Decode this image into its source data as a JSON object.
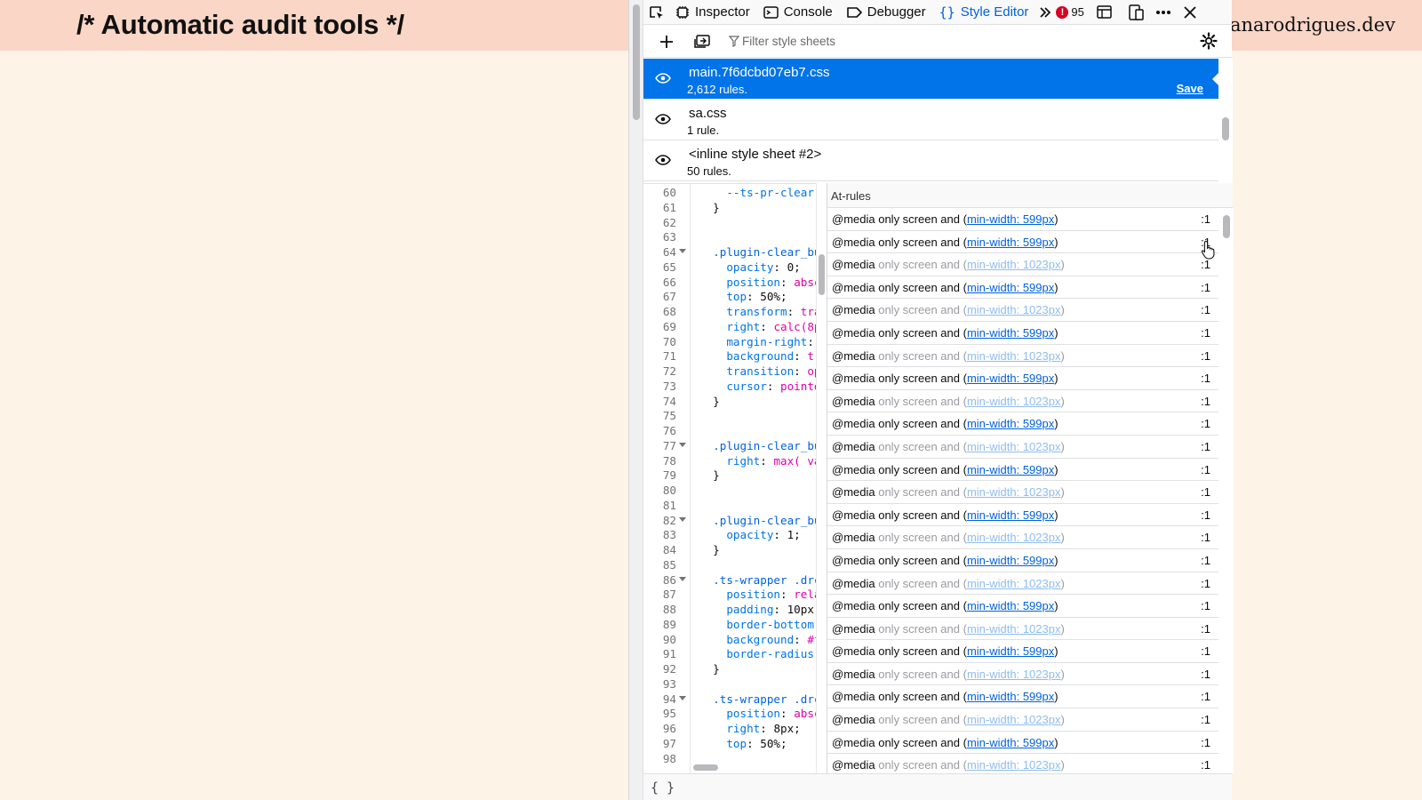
{
  "slide": {
    "title": "/* Automatic audit tools */",
    "brand": "anarodrigues.dev"
  },
  "toolbar": {
    "tools": [
      {
        "label": "Inspector",
        "icon": "inspector-icon"
      },
      {
        "label": "Console",
        "icon": "console-icon"
      },
      {
        "label": "Debugger",
        "icon": "debugger-icon"
      },
      {
        "label": "Style Editor",
        "icon": "braces-icon",
        "active": true
      }
    ],
    "error_count": "95"
  },
  "subbar": {
    "filter_placeholder": "Filter style sheets"
  },
  "sheets": [
    {
      "name": "main.7f6dcbd07eb7.css",
      "count": "2,612 rules.",
      "selected": true,
      "save_label": "Save"
    },
    {
      "name": "sa.css",
      "count": "1 rule."
    },
    {
      "name": "<inline style sheet #2>",
      "count": "50 rules."
    }
  ],
  "editor": {
    "lines": [
      {
        "n": "60",
        "t": "    --ts-pr-clear-",
        "c": "prop"
      },
      {
        "n": "61",
        "t": "  }"
      },
      {
        "n": "62",
        "t": ""
      },
      {
        "n": "63",
        "t": ""
      },
      {
        "n": "64",
        "t": "  .plugin-clear_bu",
        "c": "sel",
        "fold": true
      },
      {
        "n": "65",
        "p": "opacity",
        "v": "0;"
      },
      {
        "n": "66",
        "p": "position",
        "v": "absc",
        "vk": true
      },
      {
        "n": "67",
        "p": "top",
        "v": "50%;"
      },
      {
        "n": "68",
        "p": "transform",
        "v": "tra",
        "vk": true
      },
      {
        "n": "69",
        "p": "right",
        "v": "calc(8p",
        "vk": true
      },
      {
        "n": "70",
        "p": "margin-right",
        "v": ""
      },
      {
        "n": "71",
        "p": "background",
        "v": "tr",
        "vk": true
      },
      {
        "n": "72",
        "p": "transition",
        "v": "op",
        "vk": true
      },
      {
        "n": "73",
        "p": "cursor",
        "v": "pointe",
        "vk": true
      },
      {
        "n": "74",
        "t": "  }"
      },
      {
        "n": "75",
        "t": ""
      },
      {
        "n": "76",
        "t": ""
      },
      {
        "n": "77",
        "t": "  .plugin-clear_bu",
        "c": "sel",
        "fold": true
      },
      {
        "n": "78",
        "p": "right",
        "v": "max( va",
        "vk": true
      },
      {
        "n": "79",
        "t": "  }"
      },
      {
        "n": "80",
        "t": ""
      },
      {
        "n": "81",
        "t": ""
      },
      {
        "n": "82",
        "t": "  .plugin-clear_bu",
        "c": "sel",
        "fold": true
      },
      {
        "n": "83",
        "p": "opacity",
        "v": "1;"
      },
      {
        "n": "84",
        "t": "  }"
      },
      {
        "n": "85",
        "t": ""
      },
      {
        "n": "86",
        "t": "  .ts-wrapper .drc",
        "c": "sel",
        "fold": true
      },
      {
        "n": "87",
        "p": "position",
        "v": "rela",
        "vk": true
      },
      {
        "n": "88",
        "p": "padding",
        "v": "10px"
      },
      {
        "n": "89",
        "p": "border-bottom",
        "v": ""
      },
      {
        "n": "90",
        "p": "background",
        "v": "#f",
        "vk": true
      },
      {
        "n": "91",
        "p": "border-radius",
        "v": ""
      },
      {
        "n": "92",
        "t": "  }"
      },
      {
        "n": "93",
        "t": ""
      },
      {
        "n": "94",
        "t": "  .ts-wrapper .drc",
        "c": "sel",
        "fold": true
      },
      {
        "n": "95",
        "p": "position",
        "v": "absc",
        "vk": true
      },
      {
        "n": "96",
        "p": "right",
        "v": "8px;"
      },
      {
        "n": "97",
        "p": "top",
        "v": "50%;"
      },
      {
        "n": "98",
        "t": ""
      }
    ]
  },
  "atrules": {
    "header": "At-rules",
    "keyword": "@media",
    "rest": " only screen and ",
    "rows": [
      {
        "cond": "min-width: 599px",
        "dim": false,
        "line": ":1"
      },
      {
        "cond": "min-width: 599px",
        "dim": false,
        "line": ":1"
      },
      {
        "cond": "min-width: 1023px",
        "dim": true,
        "line": ":1"
      },
      {
        "cond": "min-width: 599px",
        "dim": false,
        "line": ":1"
      },
      {
        "cond": "min-width: 1023px",
        "dim": true,
        "line": ":1"
      },
      {
        "cond": "min-width: 599px",
        "dim": false,
        "line": ":1"
      },
      {
        "cond": "min-width: 1023px",
        "dim": true,
        "line": ":1"
      },
      {
        "cond": "min-width: 599px",
        "dim": false,
        "line": ":1"
      },
      {
        "cond": "min-width: 1023px",
        "dim": true,
        "line": ":1"
      },
      {
        "cond": "min-width: 599px",
        "dim": false,
        "line": ":1"
      },
      {
        "cond": "min-width: 1023px",
        "dim": true,
        "line": ":1"
      },
      {
        "cond": "min-width: 599px",
        "dim": false,
        "line": ":1"
      },
      {
        "cond": "min-width: 1023px",
        "dim": true,
        "line": ":1"
      },
      {
        "cond": "min-width: 599px",
        "dim": false,
        "line": ":1"
      },
      {
        "cond": "min-width: 1023px",
        "dim": true,
        "line": ":1"
      },
      {
        "cond": "min-width: 599px",
        "dim": false,
        "line": ":1"
      },
      {
        "cond": "min-width: 1023px",
        "dim": true,
        "line": ":1"
      },
      {
        "cond": "min-width: 599px",
        "dim": false,
        "line": ":1"
      },
      {
        "cond": "min-width: 1023px",
        "dim": true,
        "line": ":1"
      },
      {
        "cond": "min-width: 599px",
        "dim": false,
        "line": ":1"
      },
      {
        "cond": "min-width: 1023px",
        "dim": true,
        "line": ":1"
      },
      {
        "cond": "min-width: 599px",
        "dim": false,
        "line": ":1"
      },
      {
        "cond": "min-width: 1023px",
        "dim": true,
        "line": ":1"
      },
      {
        "cond": "min-width: 599px",
        "dim": false,
        "line": ":1"
      },
      {
        "cond": "min-width: 1023px",
        "dim": true,
        "line": ":1"
      }
    ]
  },
  "footer": {
    "pretty_print": "{ }"
  },
  "colors": {
    "slide_header": "#f9d6c6",
    "slide_bg": "#fdf3e7",
    "accent": "#0074e8",
    "error": "#d70022"
  }
}
